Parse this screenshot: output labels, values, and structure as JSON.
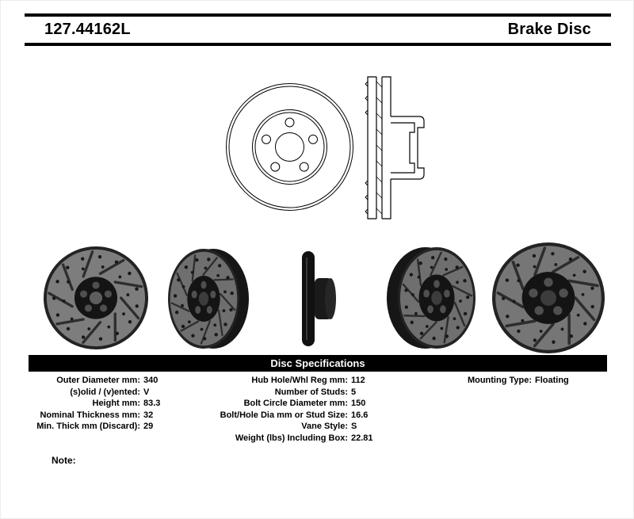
{
  "header": {
    "part_number": "127.44162L",
    "product_title": "Brake Disc"
  },
  "banner": {
    "title": "Disc Specifications"
  },
  "specs": {
    "left": [
      {
        "label": "Outer Diameter mm:",
        "value": "340"
      },
      {
        "label": "(s)olid / (v)ented:",
        "value": "V"
      },
      {
        "label": "Height mm:",
        "value": "83.3"
      },
      {
        "label": "Nominal Thickness mm:",
        "value": "32"
      },
      {
        "label": "Min. Thick mm (Discard):",
        "value": "29"
      }
    ],
    "middle": [
      {
        "label": "Hub Hole/Whl Reg mm:",
        "value": "112"
      },
      {
        "label": "Number of Studs:",
        "value": "5"
      },
      {
        "label": "Bolt Circle Diameter mm:",
        "value": "150"
      },
      {
        "label": "Bolt/Hole Dia mm or Stud Size:",
        "value": "16.6"
      },
      {
        "label": "Vane Style:",
        "value": "S"
      },
      {
        "label": "Weight (lbs) Including Box:",
        "value": "22.81"
      }
    ],
    "right": [
      {
        "label": "Mounting Type:",
        "value": "Floating"
      }
    ]
  },
  "note": {
    "label": "Note:"
  }
}
